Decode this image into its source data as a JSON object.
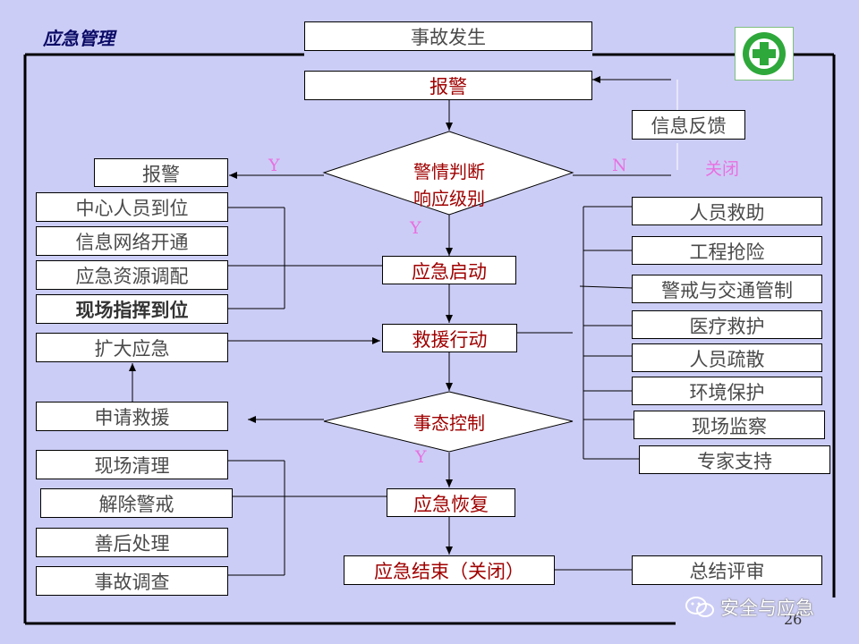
{
  "title": "应急管理",
  "flow": {
    "incident": "事故发生",
    "alarm": "报警",
    "diamond_judge": [
      "警情判断",
      "响应级别"
    ],
    "activate": "应急启动",
    "rescue": "救援行动",
    "diamond_control": "事态控制",
    "recovery": "应急恢复",
    "end": "应急结束（关闭）"
  },
  "left": {
    "alarm_out": "报警",
    "group1": [
      "中心人员到位",
      "信息网络开通",
      "应急资源调配",
      "现场指挥到位"
    ],
    "expand": "扩大应急",
    "request": "申请救援",
    "group3": [
      "现场清理",
      "解除警戒",
      "善后处理",
      "事故调查"
    ]
  },
  "right": {
    "feedback": "信息反馈",
    "closed": "关闭",
    "actions": [
      "人员救助",
      "工程抢险",
      "警戒与交通管制",
      "医疗救护",
      "人员疏散",
      "环境保护",
      "现场监察",
      "专家支持"
    ],
    "review": "总结评审"
  },
  "labels": {
    "y1": "Y",
    "n": "N",
    "y2": "Y",
    "y3": "Y"
  },
  "footer": {
    "watermark": "安全与应急",
    "page": "26"
  },
  "colors": {
    "background": "#cccdf6",
    "red_text": "#a00000",
    "label": "#e870e0",
    "title": "#0a0a66",
    "logo_green": "#2ea83a"
  }
}
